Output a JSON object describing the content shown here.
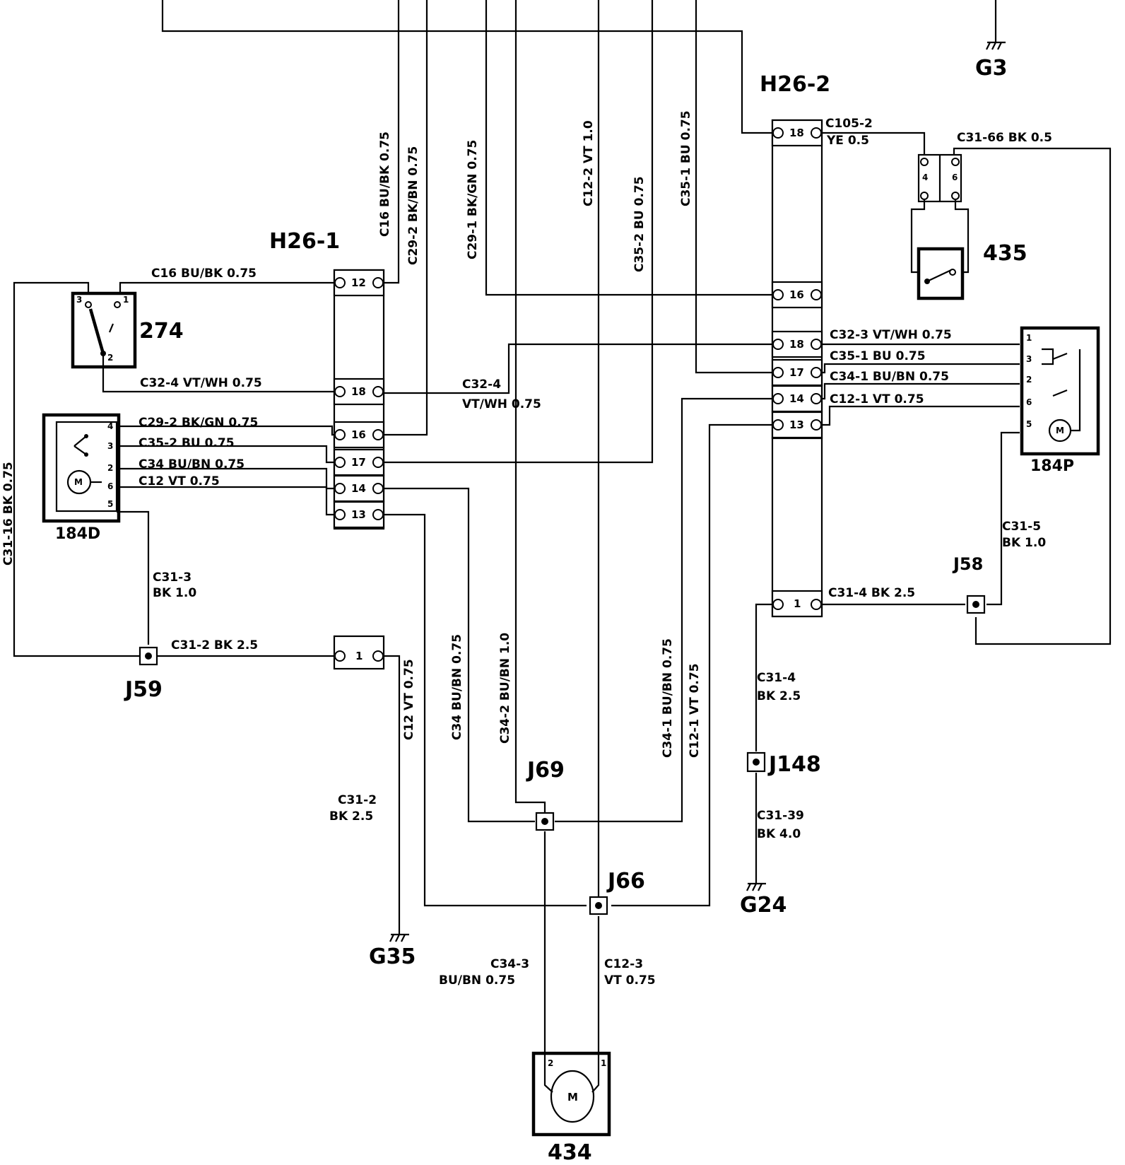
{
  "components": {
    "h26_1": "H26-1",
    "h26_2": "H26-2",
    "c274": "274",
    "c184d": "184D",
    "c184p": "184P",
    "c435": "435",
    "c434": "434",
    "g3": "G3",
    "g24": "G24",
    "g35": "G35",
    "j58": "J58",
    "j59": "J59",
    "j66": "J66",
    "j69": "J69",
    "j148": "J148",
    "motor": "M"
  },
  "vertical_labels": {
    "c16": "C16   BU/BK  0.75",
    "c29_2": "C29-2   BK/BN  0.75",
    "c29_1": "C29-1   BK/GN  0.75",
    "c12_2": "C12-2   VT  1.0",
    "c35_2": "C35-2   BU  0.75",
    "c35_1": "C35-1   BU  0.75",
    "c31_16": "C31-16   BK  0.75",
    "c12_vt": "C12   VT  0.75",
    "c34_bubn": "C34   BU/BN  0.75",
    "c34_2": "C34-2   BU/BN  1.0",
    "c34_1": "C34-1   BU/BN  0.75",
    "c12_1": "C12-1   VT  0.75"
  },
  "wire_labels": {
    "c16_top": "C16   BU/BK  0.75",
    "c32_4_left": "C32-4    VT/WH    0.75",
    "c32_4_mid": "C32-4",
    "vtwh_mid": "VT/WH     0.75",
    "c29_2_h": "C29-2    BK/GN    0.75",
    "c35_2_h": "C35-2    BU    0.75",
    "c34_h": "C34    BU/BN       0.75",
    "c12_h": "C12    VT    0.75",
    "c31_3": "C31-3",
    "bk10_a": "BK 1.0",
    "c31_2_h": "C31-2    BK    2.5",
    "c31_2_v": "C31-2",
    "bk25_v": "BK 2.5",
    "c105_2": "C105-2",
    "ye05": "YE 0.5",
    "c31_66": "C31-66   BK  0.5",
    "c32_3": "C32-3    VT/WH  0.75",
    "c35_1_h": "C35-1    BU  0.75",
    "c34_1_h": "C34-1    BU/BN    0.75",
    "c12_1_h": "C12-1    VT  0.75",
    "c31_5": "C31-5",
    "bk10_b": "BK 1.0",
    "c31_4_h": "C31-4    BK   2.5",
    "c31_4_v": "C31-4",
    "bk25_b": "BK 2.5",
    "c31_39": "C31-39",
    "bk40": "BK 4.0",
    "c34_3": "C34-3",
    "bubn075": "BU/BN  0.75",
    "c12_3": "C12-3",
    "vt075": "VT  0.75"
  },
  "pins": {
    "h1_12": "12",
    "h1_18": "18",
    "h1_16": "16",
    "h1_17": "17",
    "h1_14": "14",
    "h1_13": "13",
    "h1_1": "1",
    "h2_18a": "18",
    "h2_16": "16",
    "h2_18b": "18",
    "h2_17": "17",
    "h2_14": "14",
    "h2_13": "13",
    "h2_1": "1",
    "s274_3": "3",
    "s274_1": "1",
    "s274_2": "2",
    "d_4": "4",
    "d_3": "3",
    "d_2": "2",
    "d_6": "6",
    "d_5": "5",
    "p_1": "1",
    "p_3": "3",
    "p_2": "2",
    "p_6": "6",
    "p_5": "5",
    "r_4": "4",
    "r_6": "6",
    "m_2": "2",
    "m_1": "1"
  }
}
